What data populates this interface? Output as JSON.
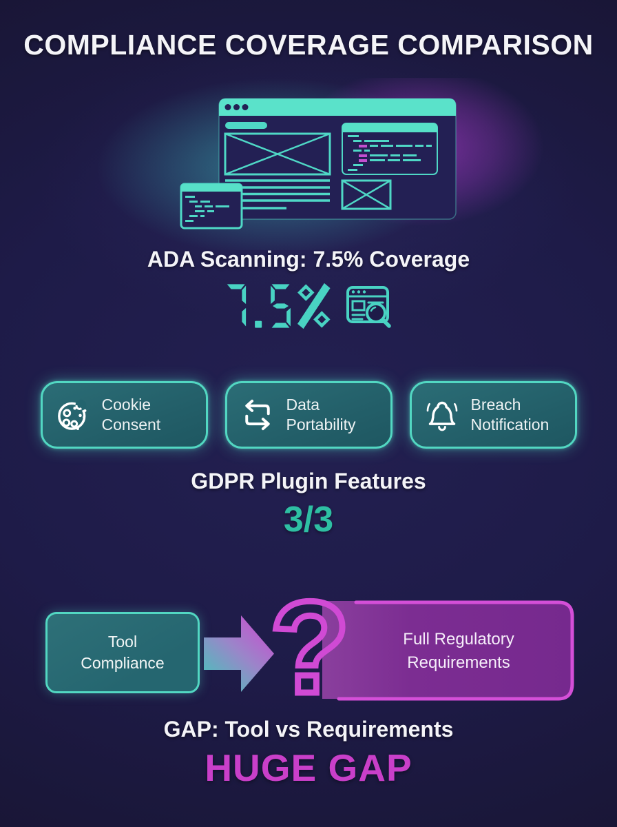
{
  "page": {
    "title": "COMPLIANCE COVERAGE COMPARISON"
  },
  "sections": {
    "ada": {
      "heading": "ADA Scanning: 7.5% Coverage",
      "display_value": "7.5%",
      "display_icon": "scan-magnifier-icon",
      "coverage_percent": 7.5
    },
    "gdpr": {
      "heading": "GDPR Plugin Features",
      "score": "3/3",
      "features": [
        {
          "icon": "cookie-icon",
          "label": "Cookie\nConsent"
        },
        {
          "icon": "data-transfer-icon",
          "label": "Data\nPortability"
        },
        {
          "icon": "bell-icon",
          "label": "Breach\nNotification"
        }
      ]
    },
    "gap": {
      "heading": "GAP: Tool vs Requirements",
      "verdict": "HUGE GAP",
      "source_label": "Tool\nCompliance",
      "target_label": "Full Regulatory\nRequirements",
      "connector_symbol": "?"
    }
  },
  "colors": {
    "background": "#1e1b48",
    "teal": "#4fd8c6",
    "teal_border": "#52d7c2",
    "teal_fill_dark": "#23646e",
    "digital_teal": "#49d3c3",
    "score_teal": "#2ebfa3",
    "magenta": "#d04ad4",
    "purple_fill": "#7a2b90",
    "verdict_magenta": "#c93fc9",
    "text": "#f4f4f8"
  }
}
